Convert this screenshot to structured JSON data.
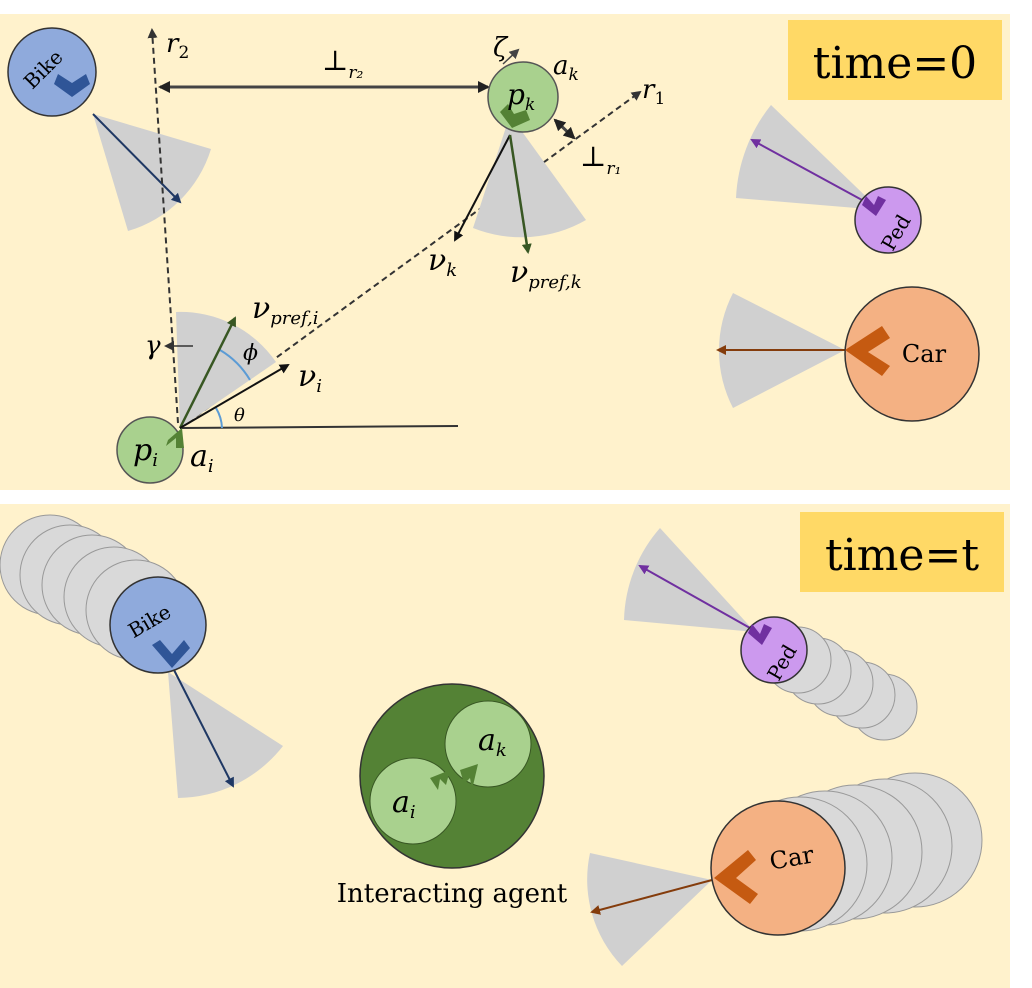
{
  "panels": {
    "top": {
      "time_label": "time=0"
    },
    "bottom": {
      "time_label": "time=t"
    }
  },
  "agents": {
    "bike": "Bike",
    "ped": "Ped",
    "car": "Car",
    "interacting_agent": "Interacting agent"
  },
  "symbols": {
    "r1": "r",
    "r1_sub": "1",
    "r2": "r",
    "r2_sub": "2",
    "perp_r2": "⊥",
    "perp_r2_sub": "r₂",
    "perp_r1": "⊥",
    "perp_r1_sub": "r₁",
    "zeta": "ζ",
    "a_k": "a",
    "a_k_sub": "k",
    "p_k": "p",
    "p_k_sub": "k",
    "p_i": "p",
    "p_i_sub": "i",
    "a_i": "a",
    "a_i_sub": "i",
    "nu_k": "ν",
    "nu_k_sub": "k",
    "nu_pref_k": "ν",
    "nu_pref_k_sub": "pref,k",
    "nu_pref_i": "ν",
    "nu_pref_i_sub": "pref,i",
    "nu_i": "ν",
    "nu_i_sub": "i",
    "gamma": "γ",
    "phi": "ϕ",
    "theta": "θ"
  },
  "colors": {
    "background": "#fff2cc",
    "label_box": "#ffd966",
    "bike": "#8faadc",
    "bike_arrow": "#2f5597",
    "ped": "#cc99ee",
    "ped_arrow": "#7030a0",
    "car": "#f4b183",
    "car_arrow": "#c55a11",
    "agent_green": "#a9d18e",
    "agent_green_dark": "#548235",
    "cone": "#d0d0d0",
    "ghost": "#d9d9d9",
    "angle_arc": "#5b9bd5"
  }
}
